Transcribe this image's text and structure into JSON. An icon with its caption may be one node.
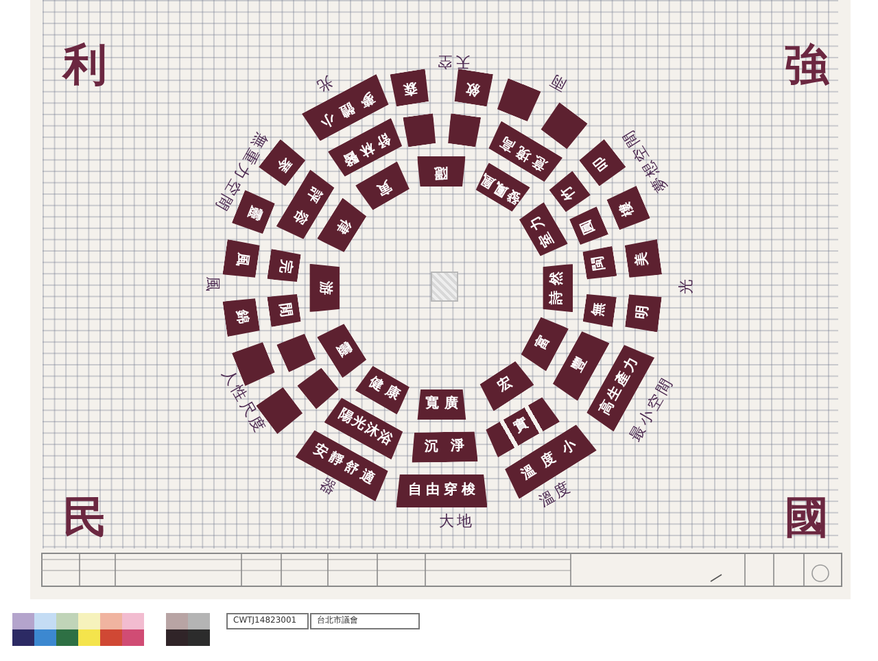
{
  "diagram": {
    "nodes": [
      {
        "text": [
          "森"
        ]
      },
      {
        "text": [
          "敘"
        ]
      },
      {
        "text": [],
        "shape": "box"
      },
      {
        "text": [],
        "shape": "box"
      },
      {
        "text": [
          "叩"
        ]
      },
      {
        "text": [
          "樓"
        ]
      },
      {
        "text": [
          "美"
        ]
      },
      {
        "text": [
          "明"
        ]
      },
      {
        "text": [
          "高生產力"
        ]
      },
      {
        "text": [
          "溫度小"
        ]
      },
      {
        "text": [
          "自由穿梭"
        ]
      },
      {
        "text": [
          "安靜舒適"
        ]
      },
      {
        "text": [],
        "shape": "box"
      },
      {
        "text": [],
        "shape": "box"
      },
      {
        "text": [
          "錦"
        ]
      },
      {
        "text": [
          "風"
        ]
      },
      {
        "text": [
          "靈"
        ]
      },
      {
        "text": [
          "琴"
        ]
      },
      {
        "text": [
          "夢體小"
        ]
      },
      {
        "text": [],
        "shape": "box"
      },
      {
        "text": [],
        "shape": "box"
      },
      {
        "text": [
          "意境高"
        ]
      },
      {
        "text": [
          "竹"
        ]
      },
      {
        "text": [
          "圓"
        ]
      },
      {
        "text": [
          "閩"
        ]
      },
      {
        "text": [
          "無"
        ]
      },
      {
        "text": [
          "豐"
        ]
      },
      {
        "text": [
          "實"
        ]
      },
      {
        "text": [
          "沉淨"
        ]
      },
      {
        "text": [
          "陽光沐浴"
        ]
      },
      {
        "text": [],
        "shape": "box"
      },
      {
        "text": [],
        "shape": "box"
      },
      {
        "text": [
          "閒"
        ]
      },
      {
        "text": [
          "完"
        ]
      },
      {
        "text": [
          "評容"
        ]
      },
      {
        "text": [
          "舒林醫"
        ]
      },
      {
        "text": [
          "隱"
        ]
      },
      {
        "text": [
          "發鳳凰"
        ]
      },
      {
        "text": [
          "室力"
        ]
      },
      {
        "text": [
          "詩然"
        ]
      },
      {
        "text": [
          "富"
        ]
      },
      {
        "text": [
          "宏"
        ]
      },
      {
        "text": [
          "寬廣"
        ]
      },
      {
        "text": [
          "健康"
        ]
      },
      {
        "text": [
          "靈"
        ]
      },
      {
        "text": [
          "游"
        ]
      },
      {
        "text": [
          "律"
        ]
      },
      {
        "text": [
          "寅"
        ]
      }
    ],
    "labels": [
      "利",
      "強",
      "天空",
      "雨",
      "夢想空間",
      "光",
      "最小空間",
      "溫度",
      "大地",
      "器",
      "人性尺度",
      "風",
      "無重力空間",
      "光",
      "民",
      "國",
      "CWTJ14823001",
      "台北市議會"
    ]
  }
}
